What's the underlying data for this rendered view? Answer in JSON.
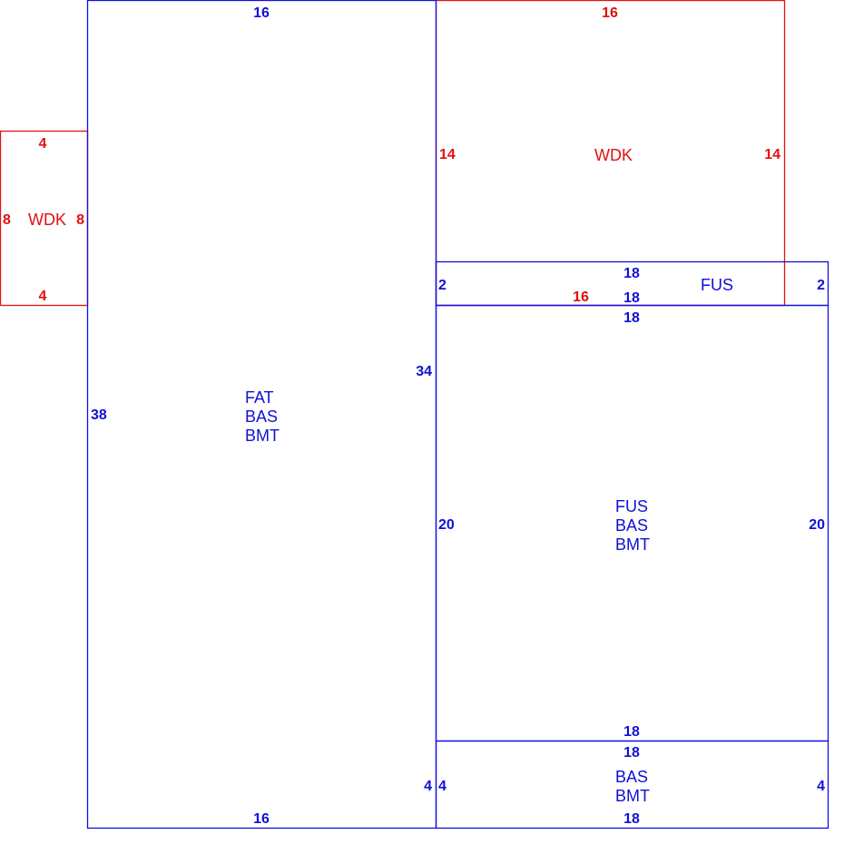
{
  "colors": {
    "main": "#1010e0",
    "deck": "#e81010"
  },
  "areas": {
    "main_left": {
      "labels": [
        "FAT",
        "BAS",
        "BMT"
      ],
      "dims": {
        "top": "16",
        "bottom": "16",
        "left": "38",
        "right_upper": "34",
        "right_lower": "4"
      }
    },
    "deck_left": {
      "label": "WDK",
      "dims": {
        "top": "4",
        "bottom": "4",
        "left": "8",
        "right": "8"
      }
    },
    "deck_top": {
      "label": "WDK",
      "dims": {
        "top": "16",
        "bottom": "16",
        "left": "14",
        "right": "14"
      }
    },
    "fus_strip": {
      "label": "FUS",
      "dims": {
        "top": "18",
        "bottom": "18",
        "left": "2",
        "right": "2"
      }
    },
    "fus_main": {
      "labels": [
        "FUS",
        "BAS",
        "BMT"
      ],
      "dims": {
        "top": "18",
        "bottom": "18",
        "left": "20",
        "right": "20"
      }
    },
    "bas_bottom": {
      "labels": [
        "BAS",
        "BMT"
      ],
      "dims": {
        "top": "18",
        "bottom": "18",
        "left": "4",
        "right": "4"
      }
    }
  }
}
